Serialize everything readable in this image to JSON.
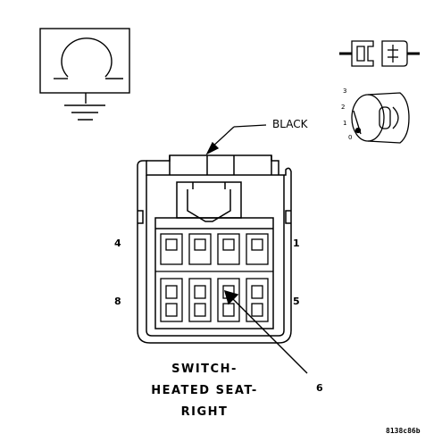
{
  "connector": {
    "color_label": "BLACK",
    "pins": {
      "pin_4": "4",
      "pin_1": "1",
      "pin_8": "8",
      "pin_5": "5",
      "pin_6": "6"
    }
  },
  "component": {
    "title_lines": [
      "SWITCH-",
      "HEATED SEAT-",
      "RIGHT"
    ]
  },
  "key_positions": [
    "3",
    "2",
    "1",
    "0"
  ],
  "figure_code": "8138c86b"
}
